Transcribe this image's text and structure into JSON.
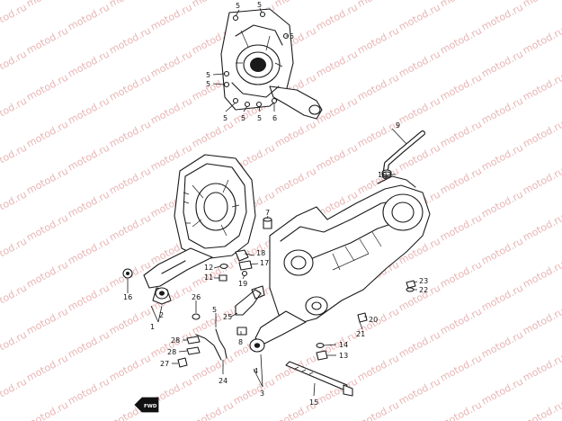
{
  "watermark": {
    "text": "motod.ru",
    "color": "#e9b5b5"
  },
  "callouts": [
    {
      "id": "c1",
      "label": "1"
    },
    {
      "id": "c2",
      "label": "2"
    },
    {
      "id": "c3",
      "label": "3"
    },
    {
      "id": "c4",
      "label": "4"
    },
    {
      "id": "c5a",
      "label": "5"
    },
    {
      "id": "c5b",
      "label": "5"
    },
    {
      "id": "c5c",
      "label": "5"
    },
    {
      "id": "c5d",
      "label": "5"
    },
    {
      "id": "c5e",
      "label": "5"
    },
    {
      "id": "c5f",
      "label": "5"
    },
    {
      "id": "c5g",
      "label": "5"
    },
    {
      "id": "c5h",
      "label": "5"
    },
    {
      "id": "c5i",
      "label": "5"
    },
    {
      "id": "c6",
      "label": "6"
    },
    {
      "id": "c7",
      "label": "7"
    },
    {
      "id": "c8",
      "label": "8"
    },
    {
      "id": "c9",
      "label": "9"
    },
    {
      "id": "c10",
      "label": "10"
    },
    {
      "id": "c11",
      "label": "11"
    },
    {
      "id": "c12",
      "label": "12"
    },
    {
      "id": "c13",
      "label": "13"
    },
    {
      "id": "c14",
      "label": "14"
    },
    {
      "id": "c15",
      "label": "15"
    },
    {
      "id": "c16",
      "label": "16"
    },
    {
      "id": "c17",
      "label": "17"
    },
    {
      "id": "c18",
      "label": "18"
    },
    {
      "id": "c19",
      "label": "19"
    },
    {
      "id": "c20",
      "label": "20"
    },
    {
      "id": "c21",
      "label": "21"
    },
    {
      "id": "c22",
      "label": "22"
    },
    {
      "id": "c23",
      "label": "23"
    },
    {
      "id": "c24",
      "label": "24"
    },
    {
      "id": "c25",
      "label": "25"
    },
    {
      "id": "c26",
      "label": "26"
    },
    {
      "id": "c27",
      "label": "27"
    },
    {
      "id": "c28a",
      "label": "28"
    },
    {
      "id": "c28b",
      "label": "28"
    }
  ],
  "front_marker": {
    "label": "FWD"
  }
}
